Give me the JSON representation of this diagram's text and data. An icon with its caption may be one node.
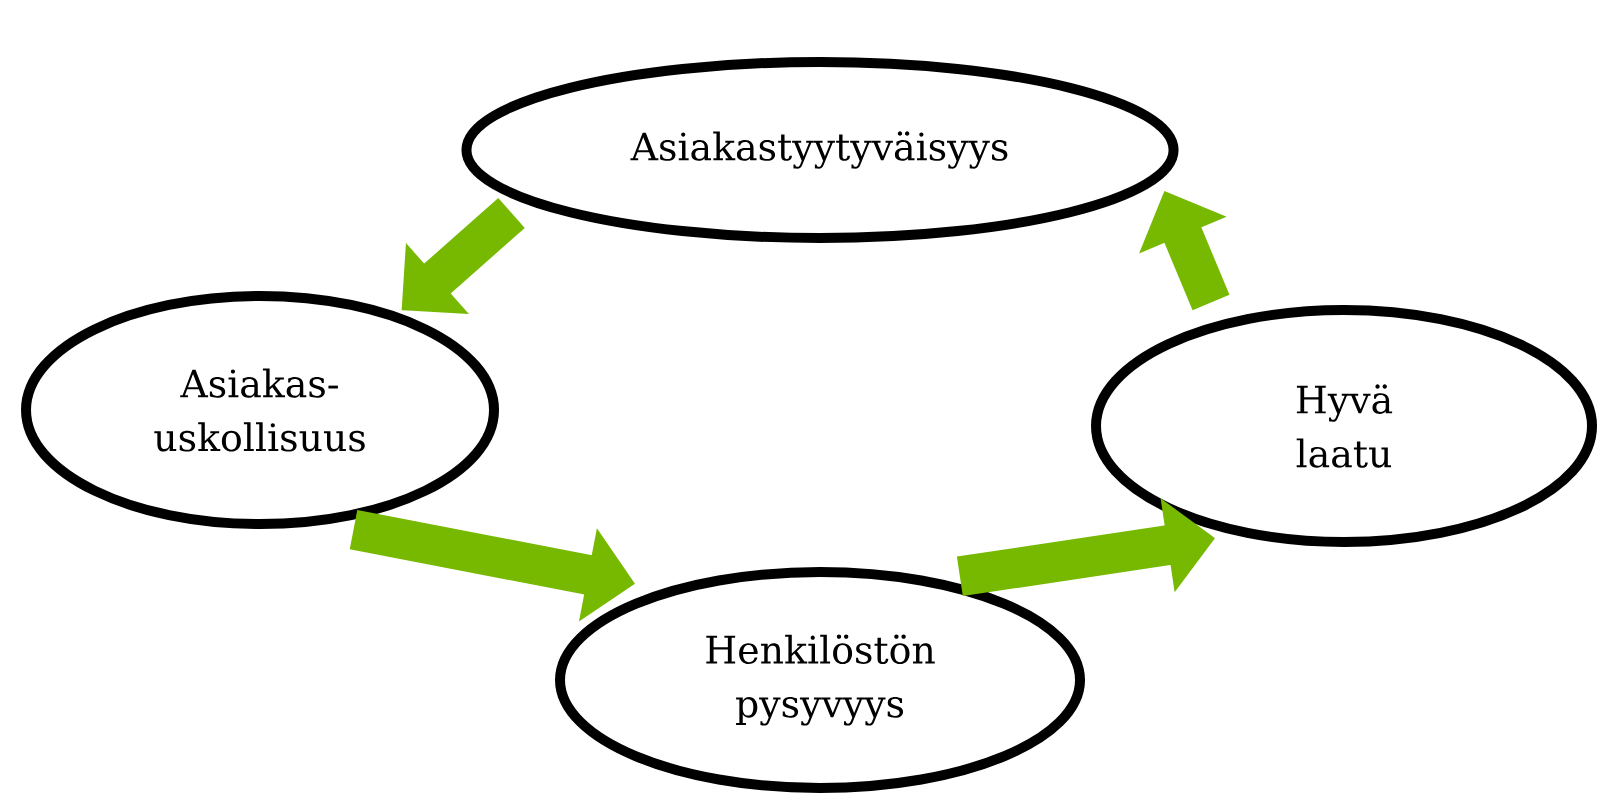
{
  "diagram": {
    "nodes": [
      {
        "text": [
          "Asiakastyytyväisyys"
        ]
      },
      {
        "text": [
          "Asiakas- uskollisuus"
        ]
      },
      {
        "text": [
          "Henkilöstön pysyvyys"
        ]
      },
      {
        "text": [
          "Hyvä laatu"
        ]
      }
    ],
    "edges": [
      {
        "from": 0,
        "to": 1,
        "arrow": "to"
      },
      {
        "from": 1,
        "to": 2,
        "arrow": "to"
      },
      {
        "from": 2,
        "to": 3,
        "arrow": "to"
      },
      {
        "from": 3,
        "to": 0,
        "arrow": "to"
      }
    ]
  }
}
